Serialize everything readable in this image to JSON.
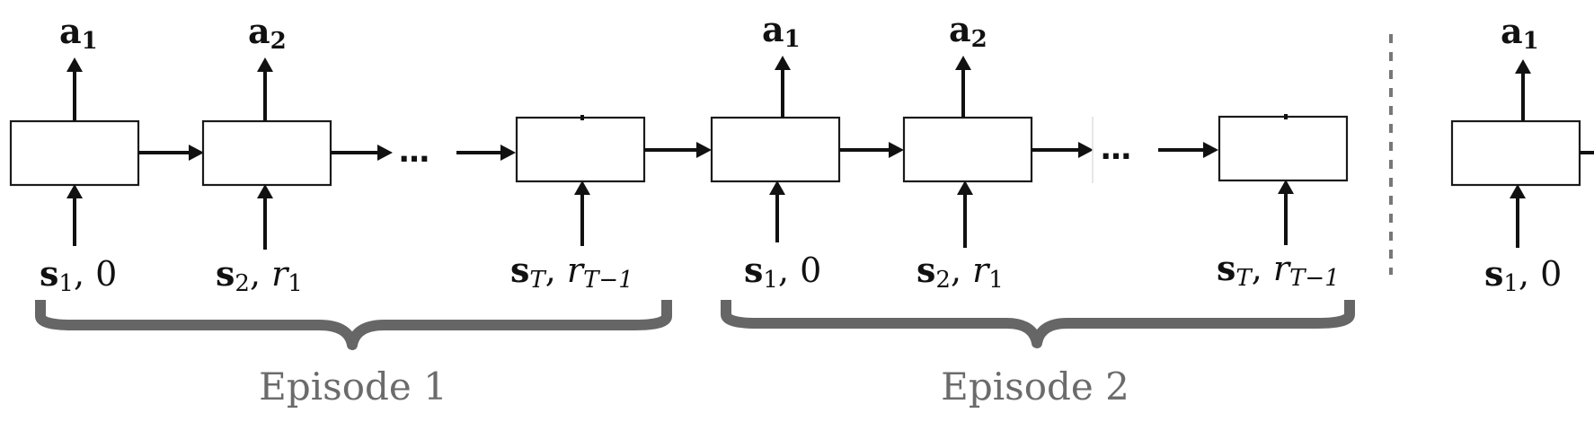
{
  "episodes": [
    {
      "label": "Episode 1",
      "steps": [
        {
          "action_base": "a",
          "action_sub": "1",
          "state_base": "s",
          "state_sub": "1",
          "reward_base": "0",
          "reward_sub": ""
        },
        {
          "action_base": "a",
          "action_sub": "2",
          "state_base": "s",
          "state_sub": "2",
          "reward_base": "r",
          "reward_sub": "1"
        },
        {
          "action_base": "",
          "action_sub": "",
          "state_base": "s",
          "state_sub": "T",
          "reward_base": "r",
          "reward_sub": "T−1"
        }
      ]
    },
    {
      "label": "Episode 2",
      "steps": [
        {
          "action_base": "a",
          "action_sub": "1",
          "state_base": "s",
          "state_sub": "1",
          "reward_base": "0",
          "reward_sub": ""
        },
        {
          "action_base": "a",
          "action_sub": "2",
          "state_base": "s",
          "state_sub": "2",
          "reward_base": "r",
          "reward_sub": "1"
        },
        {
          "action_base": "",
          "action_sub": "",
          "state_base": "s",
          "state_sub": "T",
          "reward_base": "r",
          "reward_sub": "T−1"
        }
      ]
    },
    {
      "label": "",
      "steps": [
        {
          "action_base": "a",
          "action_sub": "1",
          "state_base": "s",
          "state_sub": "1",
          "reward_base": "0",
          "reward_sub": ""
        }
      ]
    }
  ],
  "ellipsis": "…",
  "colors": {
    "line": "#111111",
    "brace": "#666666",
    "episode_label": "#6b6b6b",
    "divider": "#777777"
  }
}
